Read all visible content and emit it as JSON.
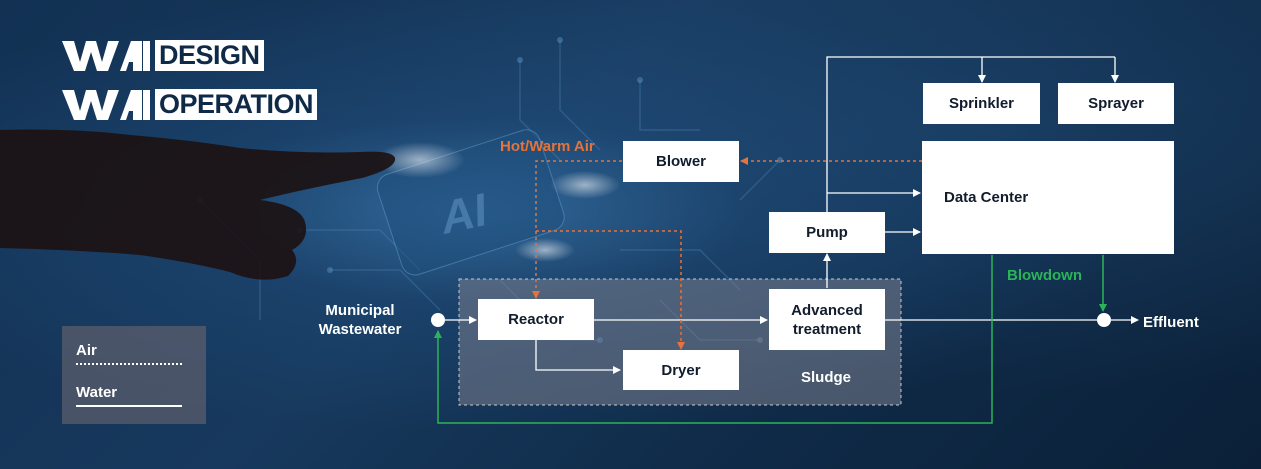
{
  "logo": {
    "line1": "DESIGN",
    "line2": "OPERATION"
  },
  "nodes": {
    "sprinkler": "Sprinkler",
    "sprayer": "Sprayer",
    "blower": "Blower",
    "data_center": "Data Center",
    "pump": "Pump",
    "reactor": "Reactor",
    "advanced_treatment": "Advanced\ntreatment",
    "dryer": "Dryer"
  },
  "labels": {
    "hot_warm_air": "Hot/Warm Air",
    "municipal_wastewater": "Municipal\nWastewater",
    "effluent": "Effluent",
    "blowdown": "Blowdown",
    "sludge": "Sludge",
    "ai_text": "AI"
  },
  "legend": {
    "air": "Air",
    "water": "Water"
  },
  "colors": {
    "air_flow": "#e5733a",
    "blowdown_flow": "#2bb457",
    "water_flow": "#ffffff",
    "sludge_zone": "#7a7e8c"
  }
}
